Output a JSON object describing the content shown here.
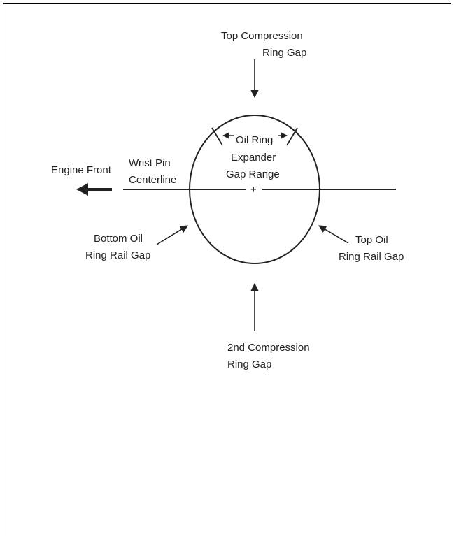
{
  "diagram": {
    "labels": {
      "top_compression_1": "Top Compression",
      "top_compression_2": "Ring Gap",
      "oil_ring_1": "Oil Ring",
      "oil_ring_2": "Expander",
      "oil_ring_3": "Gap Range",
      "engine_front": "Engine Front",
      "wrist_pin_1": "Wrist Pin",
      "wrist_pin_2": "Centerline",
      "center_mark": "+",
      "bottom_oil_1": "Bottom Oil",
      "bottom_oil_2": "Ring Rail Gap",
      "top_oil_1": "Top Oil",
      "top_oil_2": "Ring Rail Gap",
      "second_compression_1": "2nd Compression",
      "second_compression_2": "Ring Gap"
    },
    "colors": {
      "line": "#222222",
      "text": "#222222"
    }
  }
}
